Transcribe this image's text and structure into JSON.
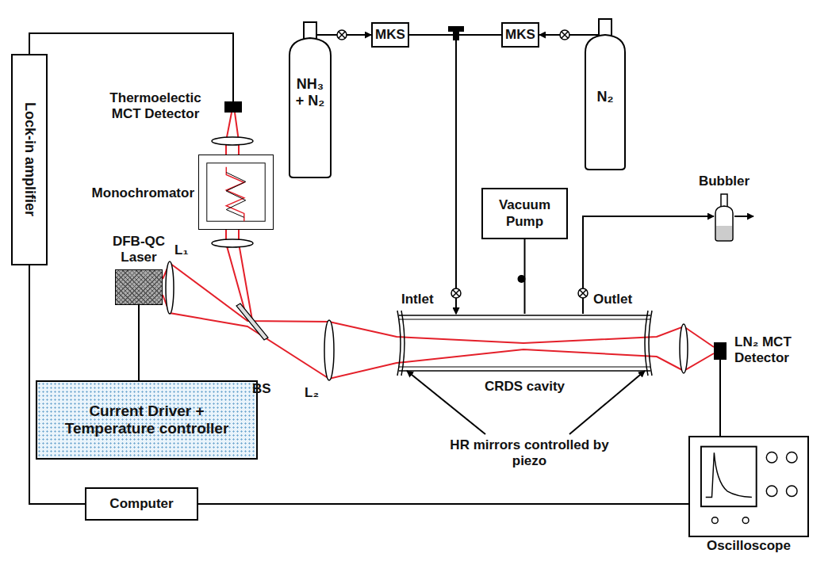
{
  "diagram": {
    "nodes": [
      {
        "text": [
          "Lock-in amplifier"
        ]
      },
      {
        "text": [
          "Thermoelectic MCT Detector"
        ]
      },
      {
        "text": [
          "Monochromator"
        ]
      },
      {
        "text": [
          "NH₃ + N₂"
        ]
      },
      {
        "text": [
          "MKS"
        ]
      },
      {
        "text": [
          "MKS"
        ]
      },
      {
        "text": [
          "N₂"
        ]
      },
      {
        "text": [
          "Vacuum Pump"
        ]
      },
      {
        "text": [
          "Bubbler"
        ]
      },
      {
        "text": [
          "DFB-QC Laser"
        ]
      },
      {
        "text": [
          "CRDS cavity"
        ]
      },
      {
        "text": [
          "LN₂ MCT Detector"
        ]
      },
      {
        "text": [
          "Current Driver + Temperature controller"
        ]
      },
      {
        "text": [
          "Computer"
        ]
      },
      {
        "text": [
          "Oscilloscope"
        ]
      }
    ],
    "edges": [
      {
        "from": 0,
        "to": 1,
        "arrow": "none"
      },
      {
        "from": 3,
        "to": 4,
        "arrow": "to"
      },
      {
        "from": 6,
        "to": 5,
        "arrow": "to"
      },
      {
        "from": 4,
        "to": 10,
        "arrow": "to"
      },
      {
        "from": 5,
        "to": 10,
        "arrow": "to"
      },
      {
        "from": 7,
        "to": 10,
        "arrow": "none"
      },
      {
        "from": 10,
        "to": 8,
        "arrow": "to"
      },
      {
        "from": 9,
        "to": 12,
        "arrow": "none"
      },
      {
        "from": 0,
        "to": 13,
        "arrow": "none"
      },
      {
        "from": 13,
        "to": 14,
        "arrow": "none"
      },
      {
        "from": 11,
        "to": 14,
        "arrow": "none"
      }
    ],
    "labels": [
      "L₁",
      "BS",
      "L₂",
      "Intlet",
      "Outlet",
      "HR mirrors controlled by piezo"
    ]
  }
}
